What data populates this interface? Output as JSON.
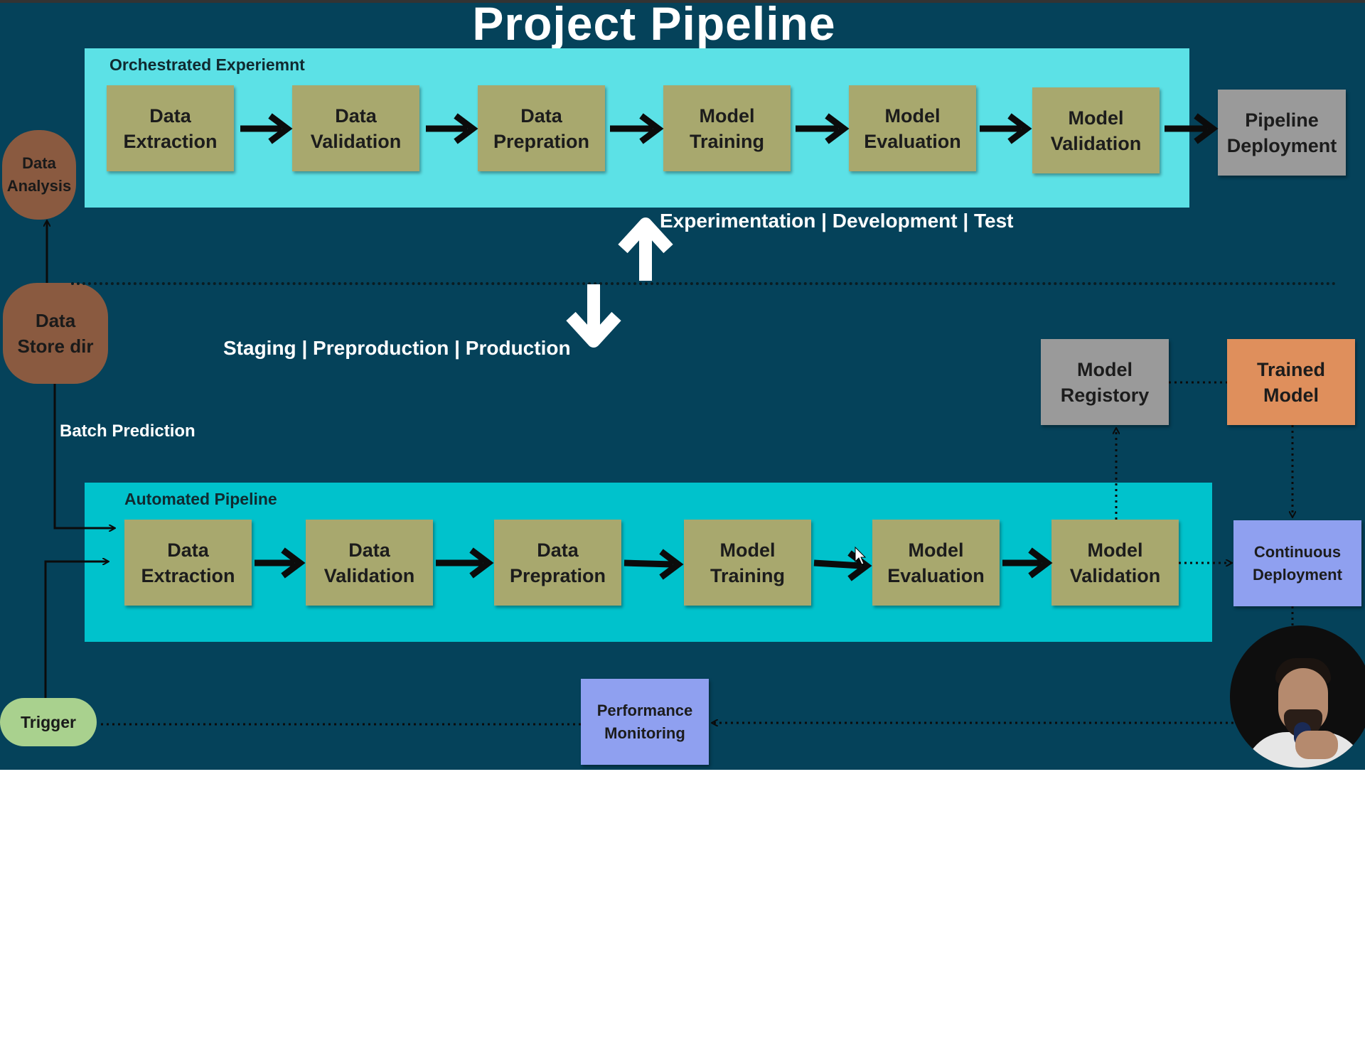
{
  "title": "Project Pipeline",
  "orchestrated": {
    "label": "Orchestrated Experiemnt",
    "steps": [
      "Data\nExtraction",
      "Data\nValidation",
      "Data\nPrepration",
      "Model\nTraining",
      "Model\nEvaluation",
      "Model\nValidation"
    ]
  },
  "pipeline_deployment": "Pipeline\nDeployment",
  "data_analysis": "Data\nAnalysis",
  "data_store": "Data\nStore dir",
  "env_dev": "Experimentation | Development | Test",
  "env_prod": "Staging | Preproduction | Production",
  "batch_prediction": "Batch Prediction",
  "model_registry": "Model\nRegistory",
  "trained_model": "Trained\nModel",
  "automated": {
    "label": "Automated Pipeline",
    "steps": [
      "Data\nExtraction",
      "Data\nValidation",
      "Data\nPrepration",
      "Model\nTraining",
      "Model\nEvaluation",
      "Model\nValidation"
    ]
  },
  "continuous_deployment": "Continuous\nDeployment",
  "performance_monitoring": "Performance\nMonitoring",
  "trigger": "Trigger",
  "colors": {
    "background": "#05425a",
    "orchestrated_panel": "#5ce1e6",
    "automated_panel": "#00c2cc",
    "step_box": "#a8a86e",
    "registry_box": "#9a9a9a",
    "trained_model_box": "#df8f5c",
    "deployment_box": "#8fa0f0",
    "data_bubble": "#8a5a40",
    "trigger_bubble": "#a9d18e"
  }
}
